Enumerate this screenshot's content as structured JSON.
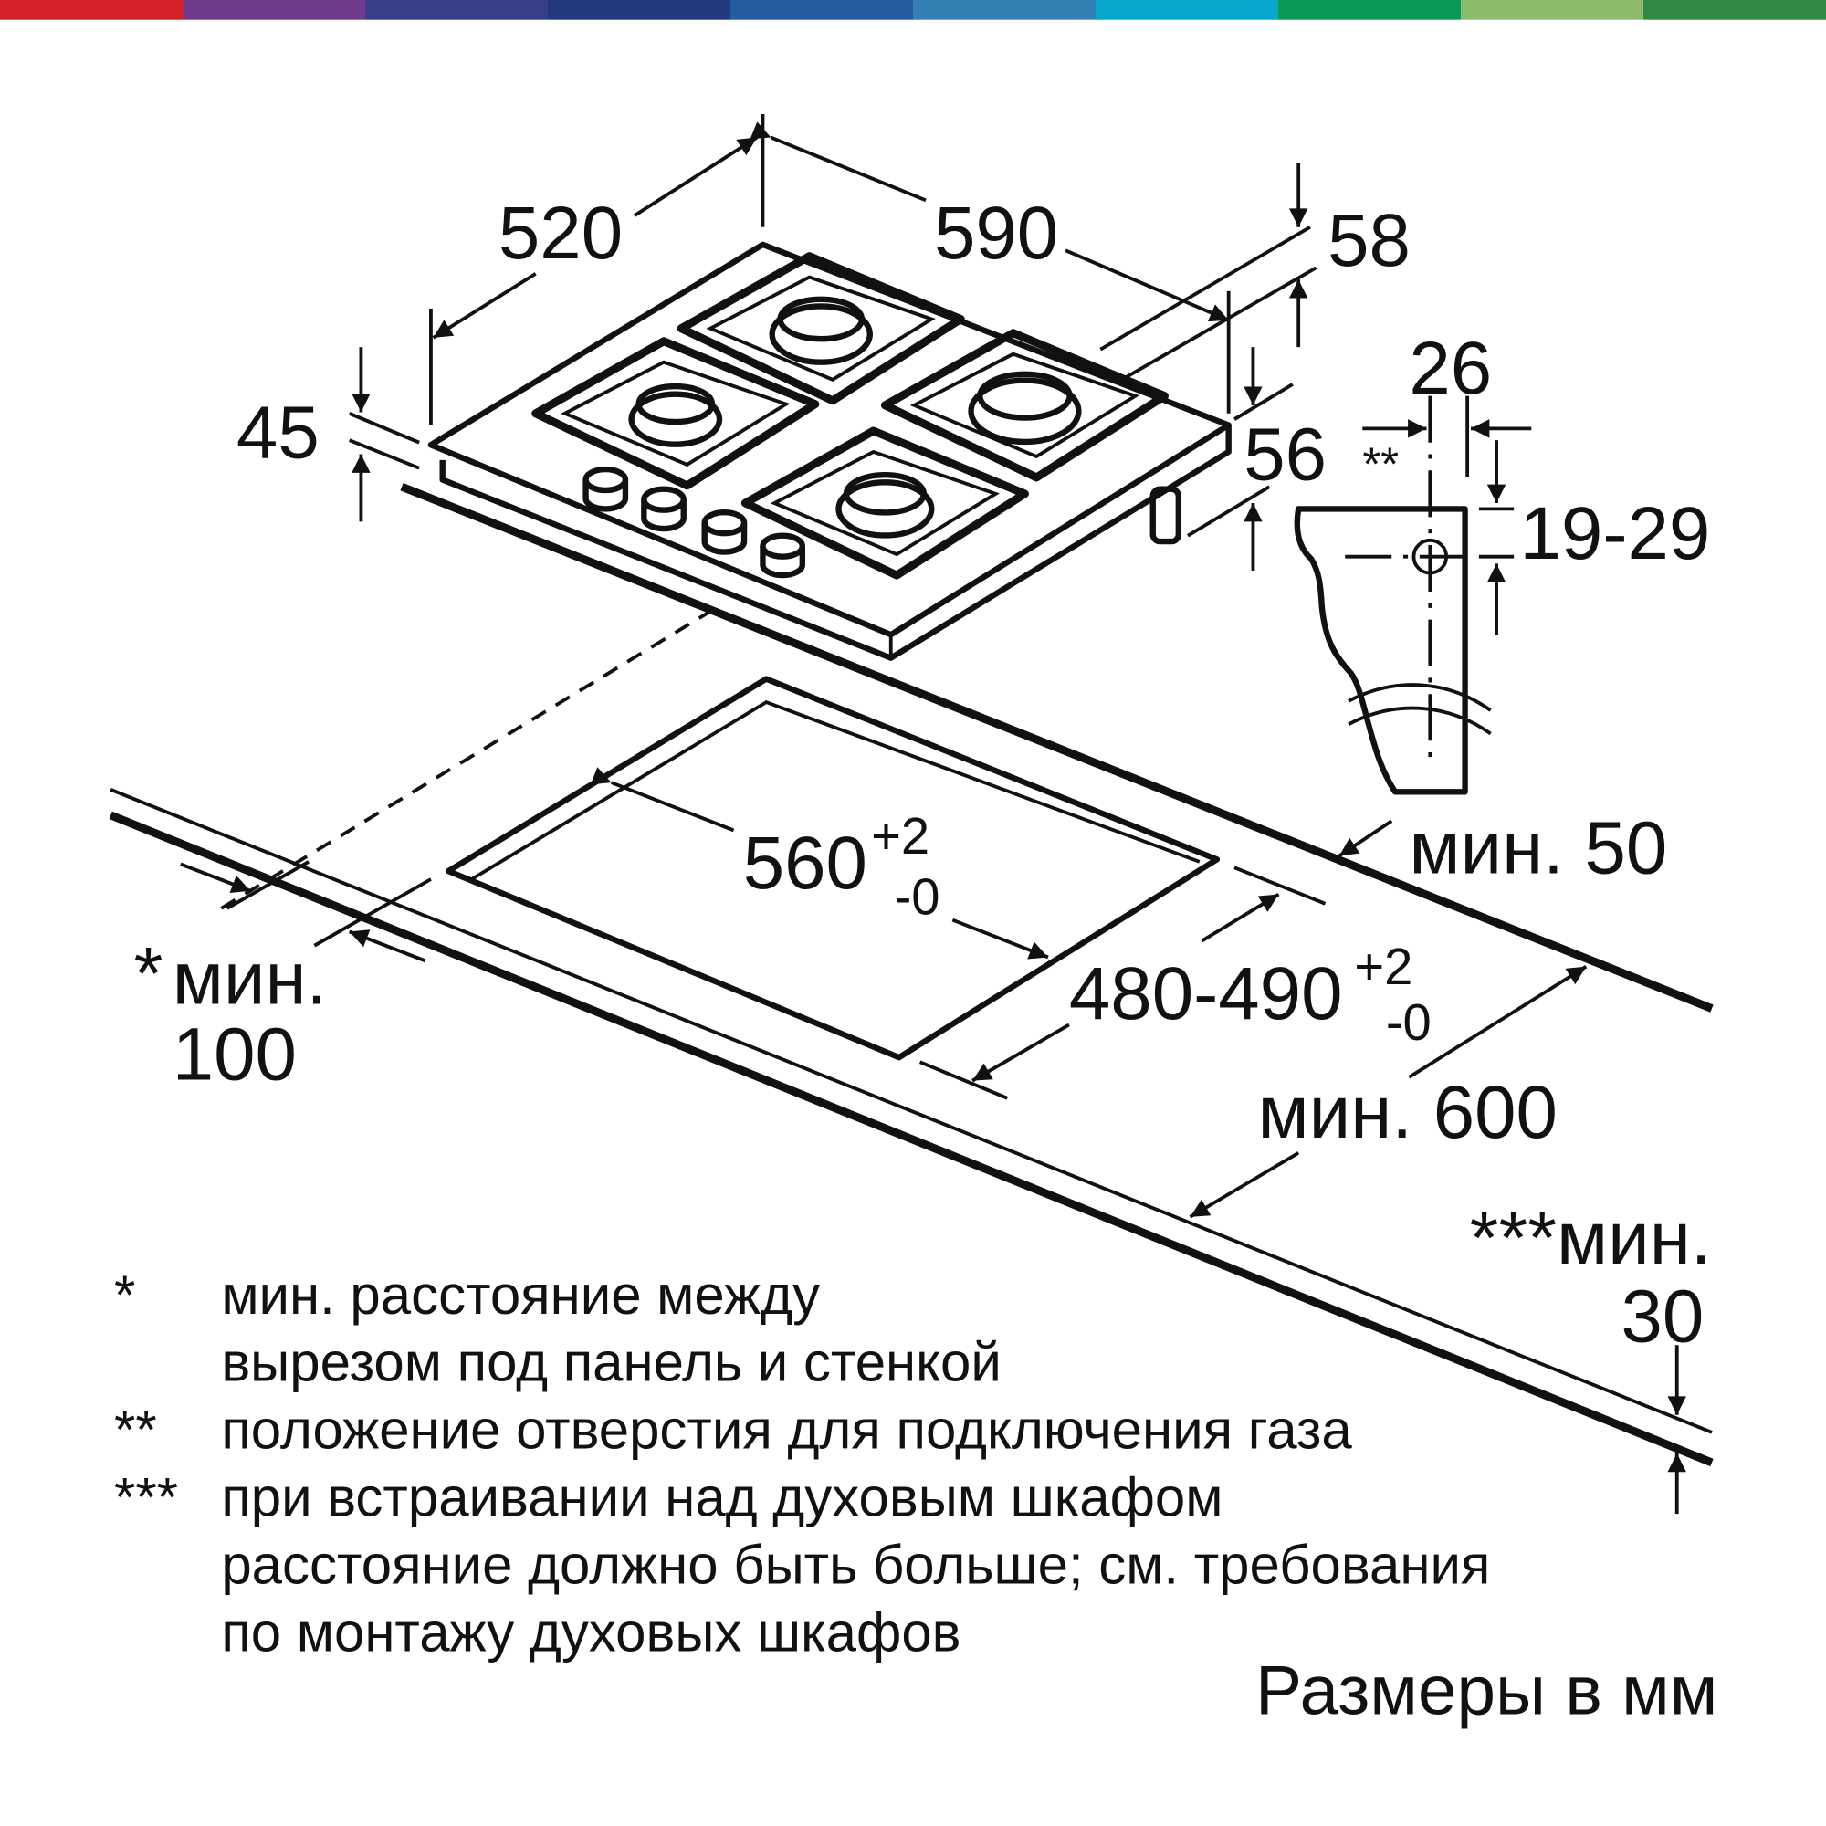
{
  "color_bar": [
    "#d42027",
    "#6f3a8a",
    "#373f8a",
    "#253a7c",
    "#245ca0",
    "#347fb4",
    "#07a6cd",
    "#0a9957",
    "#8aba6a",
    "#318a44"
  ],
  "dimensions": {
    "depth": "520",
    "width": "590",
    "height": "45",
    "thickness": "58",
    "foot_offset": "56",
    "gas_offset": "26",
    "gas_marker": "**",
    "gas_height": "19-29",
    "cutout_width": "560",
    "cutout_depth": "480-490",
    "tol_plus": "+2",
    "tol_minus": "-0",
    "min_back": "мин. 50",
    "min_wall_star": "*",
    "min_wall_label": "мин.",
    "min_wall_value": "100",
    "min_counter": "мин. 600",
    "min_oven_label": "***мин.",
    "min_oven_value": "30"
  },
  "notes": [
    {
      "mark": "*",
      "lines": [
        "мин. расстояние между",
        "вырезом под панель и стенкой"
      ]
    },
    {
      "mark": "**",
      "lines": [
        "положение отверстия для подключения газа"
      ]
    },
    {
      "mark": "***",
      "lines": [
        "при встраивании над духовым шкафом",
        "расстояние должно быть больше; см. требования",
        "по монтажу духовых шкафов"
      ]
    }
  ],
  "units_label": "Размеры в мм"
}
